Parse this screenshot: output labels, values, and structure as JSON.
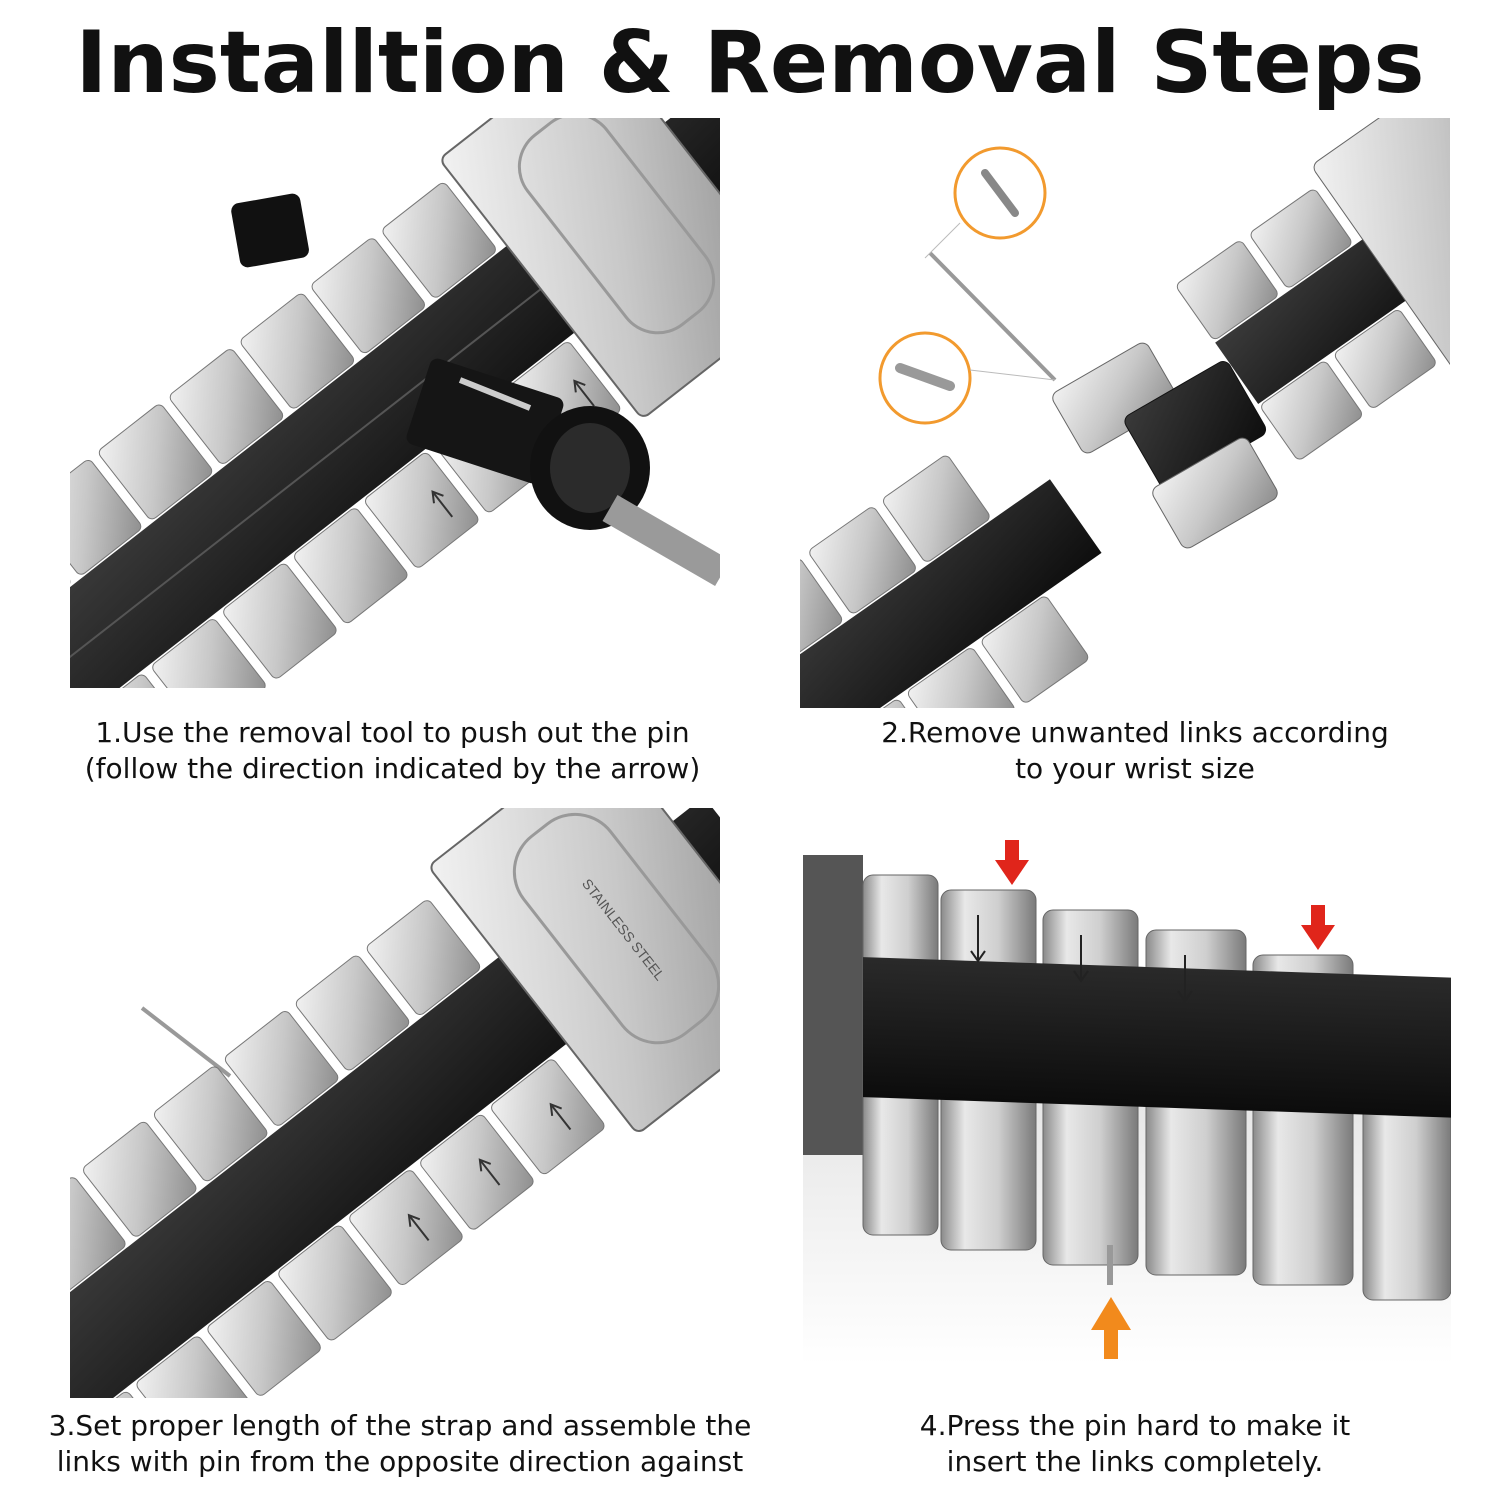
{
  "title": "Installtion & Removal Steps",
  "steps": [
    {
      "line1": "1.Use the removal tool to push out the pin",
      "line2": "(follow the direction indicated by the arrow)"
    },
    {
      "line1": "2.Remove unwanted links according",
      "line2": "to your wrist size"
    },
    {
      "line1": "3.Set proper length of the strap and assemble the",
      "line2": "links with pin from the opposite direction against"
    },
    {
      "line1": "4.Press the pin hard to make it",
      "line2": "insert the links completely."
    }
  ],
  "clasp_engraving": "STAINLESS STEEL",
  "colors": {
    "silver": "#d9d9d9",
    "black": "#1c1c1c",
    "orange_circle": "#f29a2e",
    "red_arrow": "#e0251b",
    "orange_arrow": "#f28a1c"
  }
}
